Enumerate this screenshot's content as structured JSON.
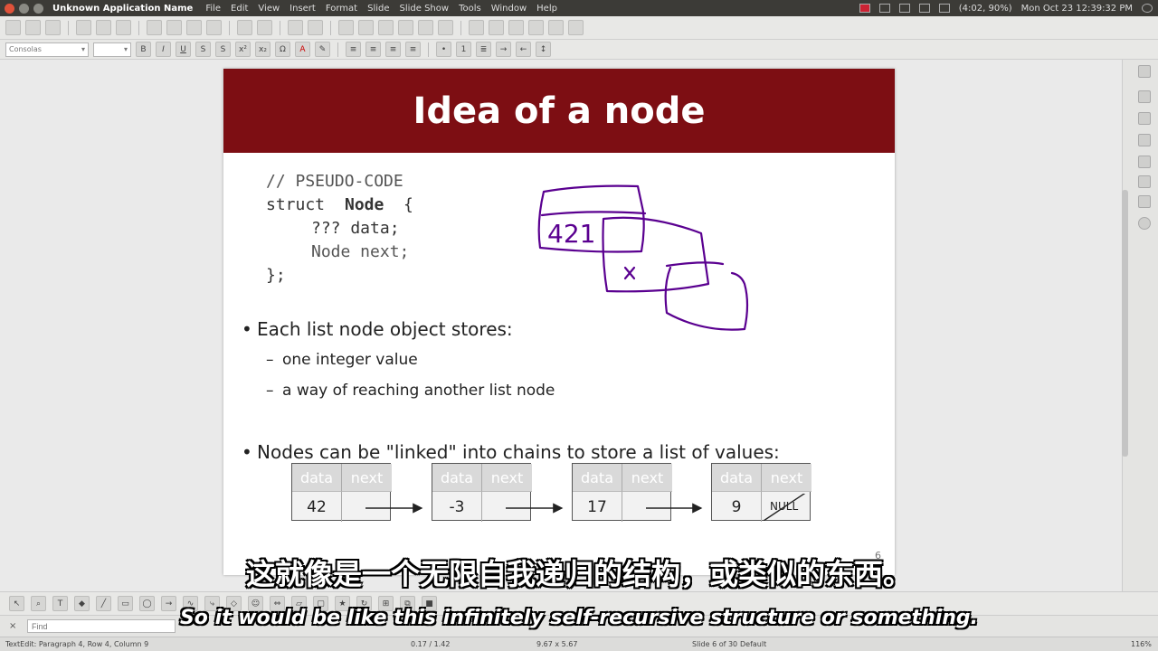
{
  "menubar": {
    "app_name": "Unknown Application Name",
    "menus": [
      "File",
      "Edit",
      "View",
      "Insert",
      "Format",
      "Slide",
      "Slide Show",
      "Tools",
      "Window",
      "Help"
    ],
    "battery": "(4:02, 90%)",
    "datetime": "Mon Oct 23  12:39:32 PM"
  },
  "toolbar2": {
    "font_name": "Consolas"
  },
  "slide": {
    "title": "Idea of a node",
    "code": [
      "// PSEUDO-CODE",
      "struct",
      "Node",
      "{",
      "??? data;",
      "Node next;",
      "};"
    ],
    "bullet1": "Each list node object stores:",
    "sub1": "one integer value",
    "sub2": "a way of reaching another list node",
    "bullet2": "Nodes can be \"linked\" into chains to store a list of values:",
    "nodes": [
      {
        "data_label": "data",
        "next_label": "next",
        "value": "42"
      },
      {
        "data_label": "data",
        "next_label": "next",
        "value": "-3"
      },
      {
        "data_label": "data",
        "next_label": "next",
        "value": "17"
      },
      {
        "data_label": "data",
        "next_label": "next",
        "value": "9",
        "pointer_text": "NULL"
      }
    ],
    "sketch_text": "421",
    "sketch_mark": "X",
    "page_num": "6"
  },
  "find": {
    "placeholder": "Find"
  },
  "status": {
    "left": "TextEdit: Paragraph 4, Row 4, Column 9",
    "position": "0.17 / 1.42",
    "size": "9.67 x 5.67",
    "slide_info": "Slide 6 of 30",
    "layout": "Default",
    "zoom": "116%"
  },
  "subtitles": {
    "zh": "这就像是一个无限自我递归的结构，或类似的东西。",
    "en": "So it would be like this infinitely self-recursive structure or something."
  },
  "colors": {
    "title_band": "#7d0e13",
    "menubar": "#3c3b37"
  }
}
